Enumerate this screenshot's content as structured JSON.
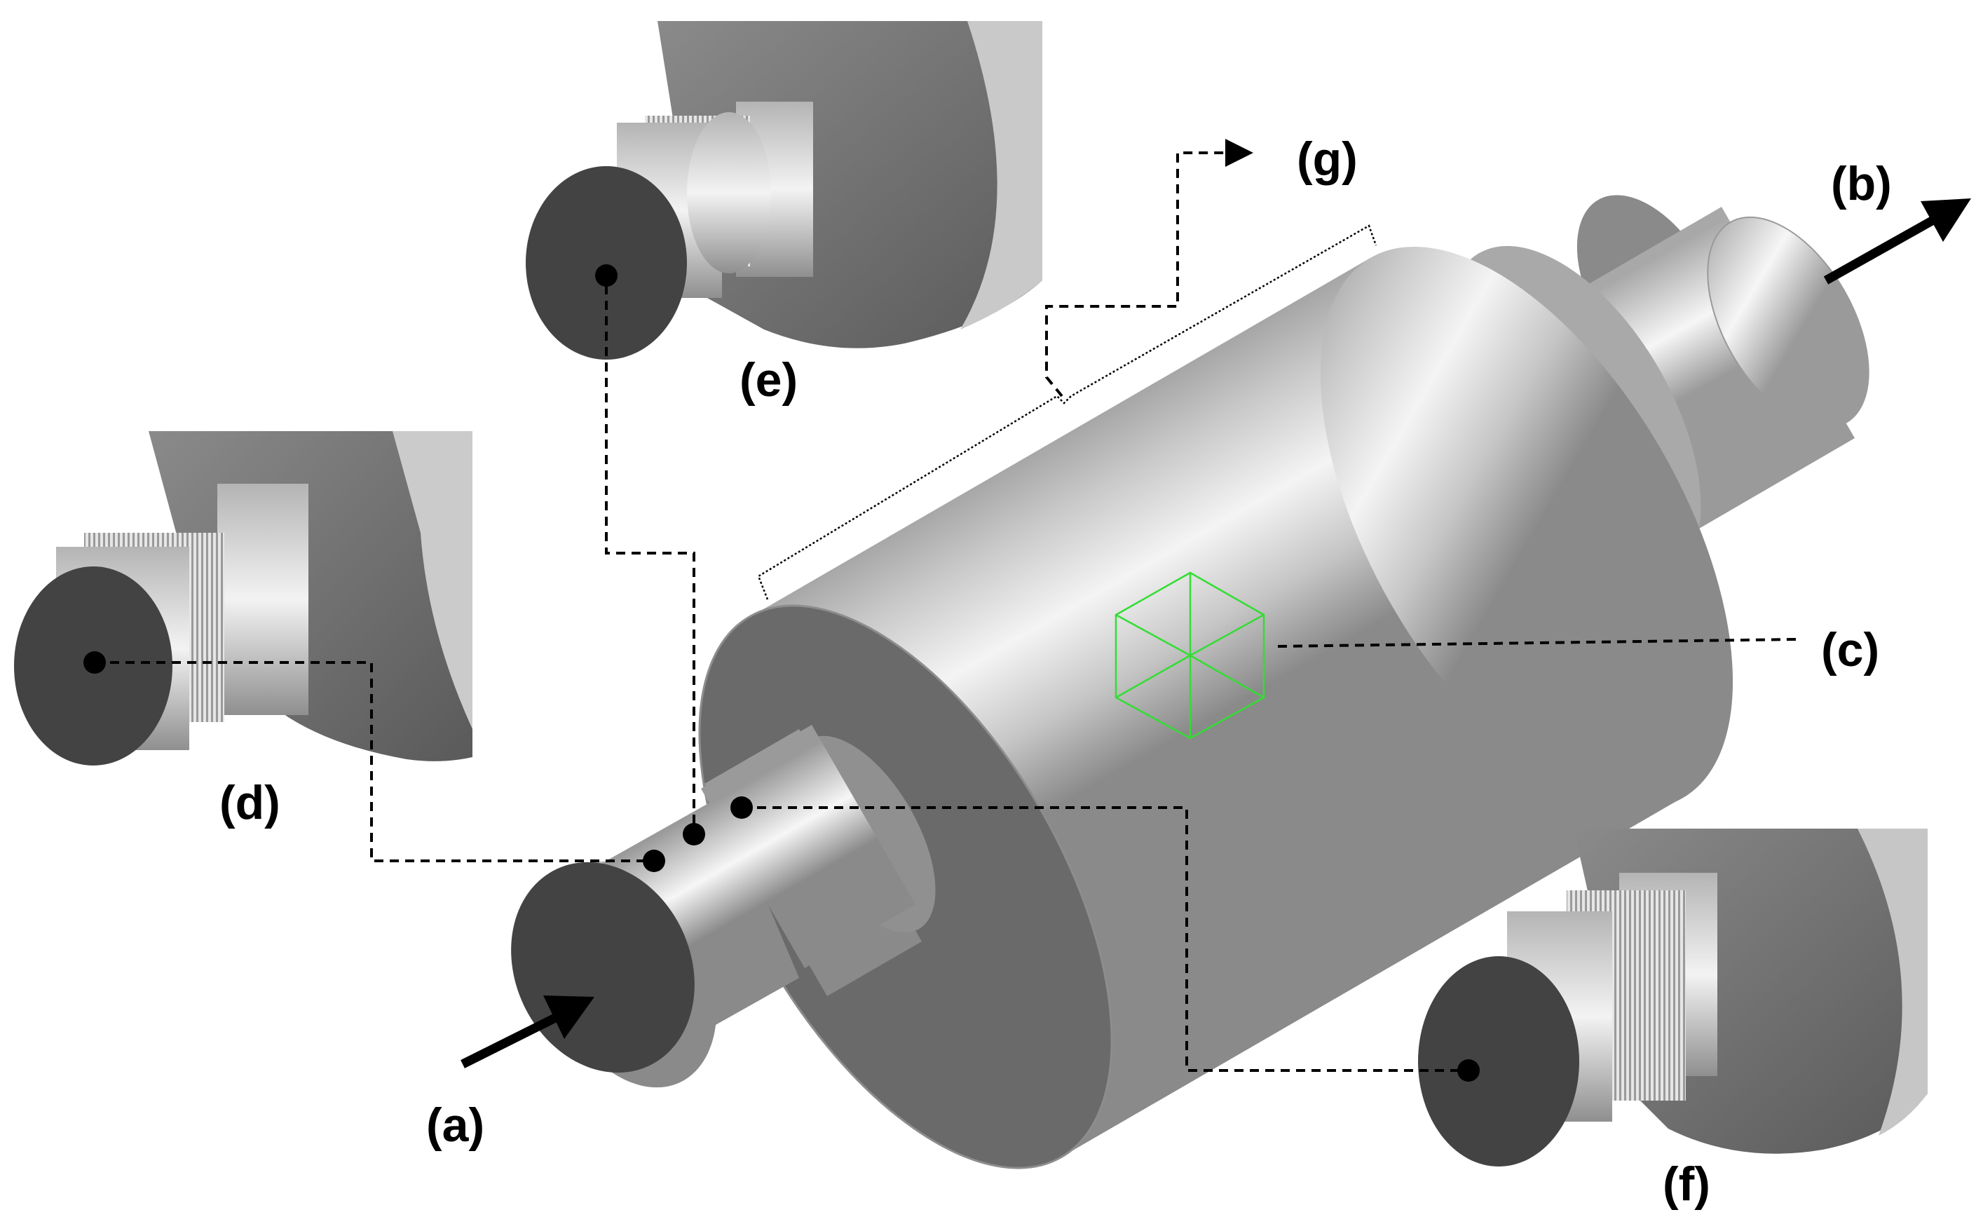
{
  "labels": {
    "a": "(a)",
    "b": "(b)",
    "c": "(c)",
    "d": "(d)",
    "e": "(e)",
    "f": "(f)",
    "g": "(g)"
  },
  "colors": {
    "background": "#ffffff",
    "body_metal": "#bdbdbd",
    "dark_face": "#404040",
    "wire_cube": "#33dd33",
    "leader_lines": "#000000"
  },
  "icons": {
    "inlet": "arrow-right-icon",
    "outlet": "arrow-right-icon",
    "probe": "wireframe-cube-icon"
  }
}
